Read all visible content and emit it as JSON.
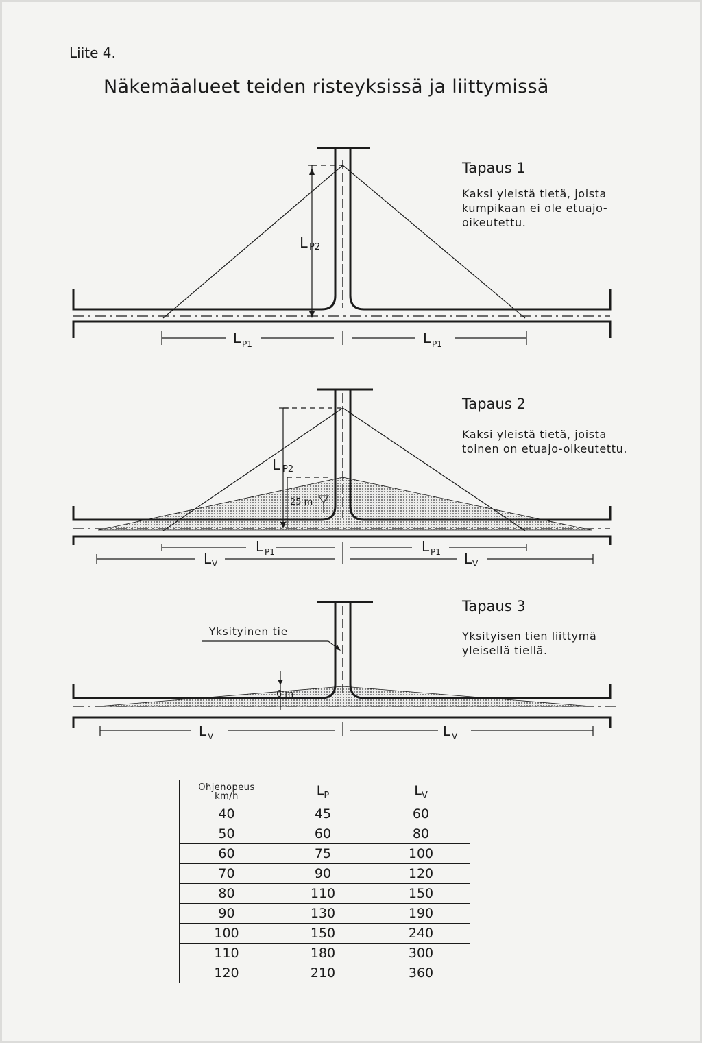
{
  "header": {
    "appendix": "Liite 4.",
    "title": "Näkemäalueet teiden risteyksissä ja liittymissä"
  },
  "cases": [
    {
      "title": "Tapaus 1",
      "description": [
        "Kaksi yleistä tietä, joista",
        "kumpikaan ei ole etuajo-",
        "oikeutettu."
      ]
    },
    {
      "title": "Tapaus 2",
      "description": [
        "Kaksi yleistä tietä, joista",
        "toinen on etuajo-oikeutettu."
      ]
    },
    {
      "title": "Tapaus 3",
      "description": [
        "Yksityisen tien liittymä",
        "yleisellä tiellä."
      ]
    }
  ],
  "diagram_labels": {
    "L": "L",
    "V": "V",
    "P1": "P1",
    "P2": "P2",
    "dist_25": "25 m",
    "dist_6": "6 m",
    "private_road": "Yksityinen tie"
  },
  "table": {
    "headers": {
      "speed": "Ohjenopeus",
      "speed_unit": "km/h",
      "lp_main": "L",
      "lp_sub": "P",
      "lv_main": "L",
      "lv_sub": "V"
    },
    "rows": [
      [
        "40",
        "45",
        "60"
      ],
      [
        "50",
        "60",
        "80"
      ],
      [
        "60",
        "75",
        "100"
      ],
      [
        "70",
        "90",
        "120"
      ],
      [
        "80",
        "110",
        "150"
      ],
      [
        "90",
        "130",
        "190"
      ],
      [
        "100",
        "150",
        "240"
      ],
      [
        "110",
        "180",
        "300"
      ],
      [
        "120",
        "210",
        "360"
      ]
    ]
  },
  "colors": {
    "paper": "#f4f4f2",
    "ink": "#1b1b1b"
  }
}
